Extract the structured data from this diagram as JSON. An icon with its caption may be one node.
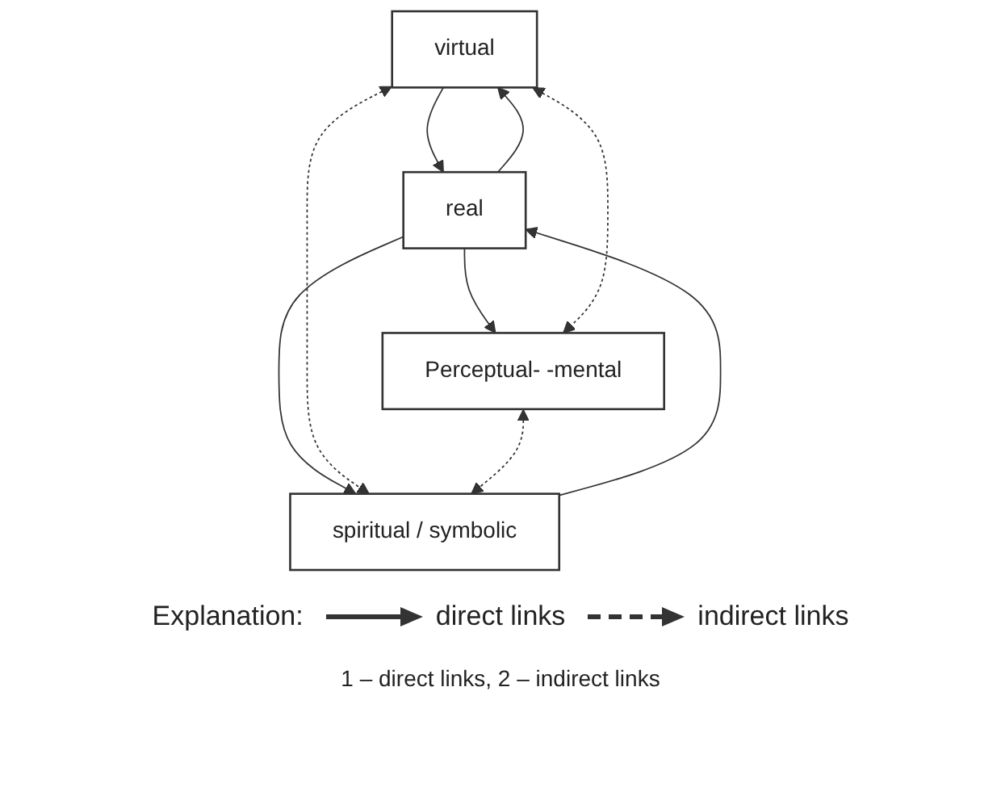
{
  "diagram": {
    "caption": "1 – direct links, 2 – indirect links",
    "nodes": [
      {
        "text": [
          "virtual"
        ]
      },
      {
        "text": [
          "real"
        ]
      },
      {
        "text": [
          "spiritual / symbolic"
        ]
      },
      {
        "text": [
          "Perceptual- -mental"
        ]
      }
    ],
    "edges": [
      {
        "from": 0,
        "to": 1,
        "arrow": "to"
      },
      {
        "from": 1,
        "to": 0,
        "arrow": "to"
      },
      {
        "from": 1,
        "to": 2,
        "arrow": "to"
      },
      {
        "from": 2,
        "to": 1,
        "arrow": "to"
      },
      {
        "from": 1,
        "to": 3,
        "arrow": "to"
      },
      {
        "from": 0,
        "to": 2,
        "arrow": "both",
        "style": "dashed"
      },
      {
        "from": 0,
        "to": 3,
        "arrow": "both",
        "style": "dashed"
      },
      {
        "from": 3,
        "to": 2,
        "arrow": "both",
        "style": "dashed"
      }
    ],
    "labels": [
      "Explanation:"
    ],
    "legend": [
      {
        "text": "direct links"
      },
      {
        "text": "indirect links"
      }
    ]
  }
}
